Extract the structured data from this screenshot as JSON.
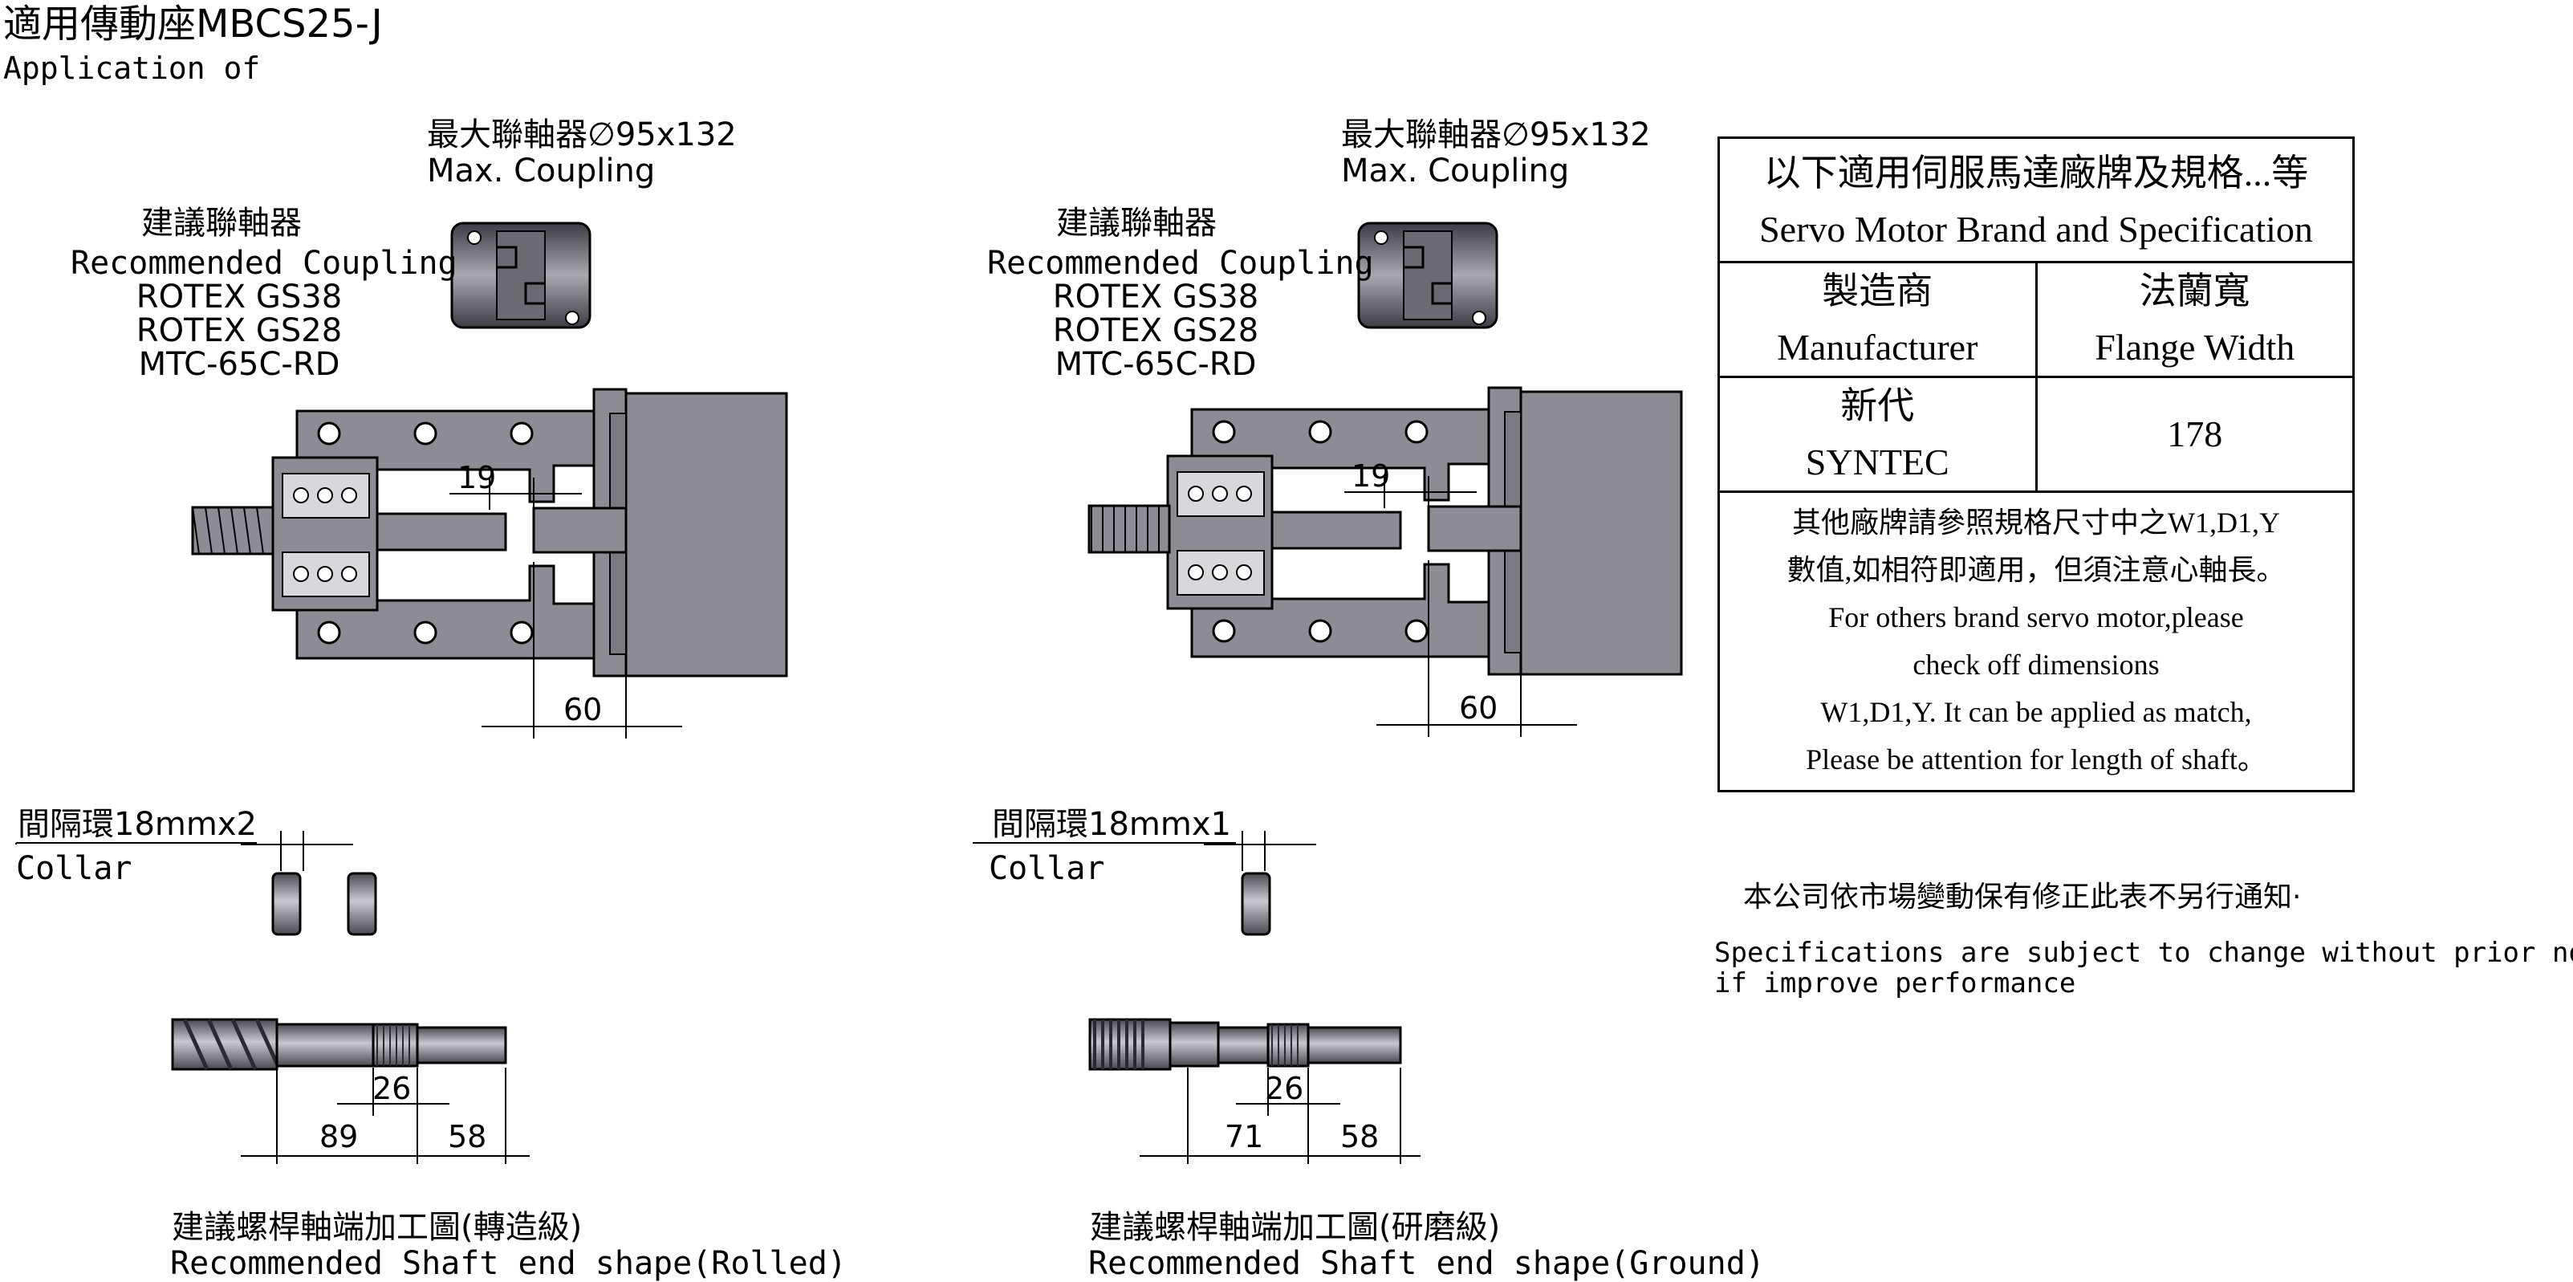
{
  "header": {
    "title": "適用傳動座MBCS25-J",
    "subtitle": "Application of"
  },
  "left_assembly": {
    "max_coupling_cn": "最大聯軸器∅95x132",
    "max_coupling_en": "Max. Coupling",
    "recommended_cn": "建議聯軸器",
    "recommended_en": "Recommended Coupling",
    "couplings": [
      "ROTEX GS38",
      "ROTEX GS28",
      "MTC-65C-RD"
    ],
    "dim_gap": "19",
    "dim_depth": "60",
    "collar_cn": "間隔環18mmx2",
    "collar_en": "Collar",
    "shaft_dims": {
      "thread": "26",
      "length_a": "89",
      "length_b": "58"
    },
    "shaft_cn": "建議螺桿軸端加工圖(轉造級)",
    "shaft_en": "Recommended Shaft end shape(Rolled)"
  },
  "right_assembly": {
    "max_coupling_cn": "最大聯軸器∅95x132",
    "max_coupling_en": "Max. Coupling",
    "recommended_cn": "建議聯軸器",
    "recommended_en": "Recommended Coupling",
    "couplings": [
      "ROTEX GS38",
      "ROTEX GS28",
      "MTC-65C-RD"
    ],
    "dim_gap": "19",
    "dim_depth": "60",
    "collar_cn": "間隔環18mmx1",
    "collar_en": "Collar",
    "shaft_dims": {
      "thread": "26",
      "length_a": "71",
      "length_b": "58"
    },
    "shaft_cn": "建議螺桿軸端加工圖(研磨級)",
    "shaft_en": "Recommended Shaft end shape(Ground)"
  },
  "spec_table": {
    "heading_cn": "以下適用伺服馬達廠牌及規格...等",
    "heading_en": "Servo Motor Brand and Specification",
    "col_manufacturer_cn": "製造商",
    "col_manufacturer_en": "Manufacturer",
    "col_flange_cn": "法蘭寬",
    "col_flange_en": "Flange Width",
    "rows": [
      {
        "manufacturer_cn": "新代",
        "manufacturer_en": "SYNTEC",
        "flange_width": "178"
      }
    ],
    "note_cn_1": "其他廠牌請參照規格尺寸中之W1,D1,Y",
    "note_cn_2": "數值,如相符即適用，但須注意心軸長。",
    "note_en_1": "For others brand servo motor,please",
    "note_en_2": "check off dimensions",
    "note_en_3": "W1,D1,Y. It can be applied as match,",
    "note_en_4": "Please be attention for length of shaft。"
  },
  "notice": {
    "cn": "本公司依市場變動保有修正此表不另行通知·",
    "en_1": "Specifications are subject to change without prior notice",
    "en_2": " if improve performance"
  },
  "colors": {
    "part_fill": "#8c8c94",
    "part_dark": "#5c5c64",
    "line": "#000000"
  }
}
